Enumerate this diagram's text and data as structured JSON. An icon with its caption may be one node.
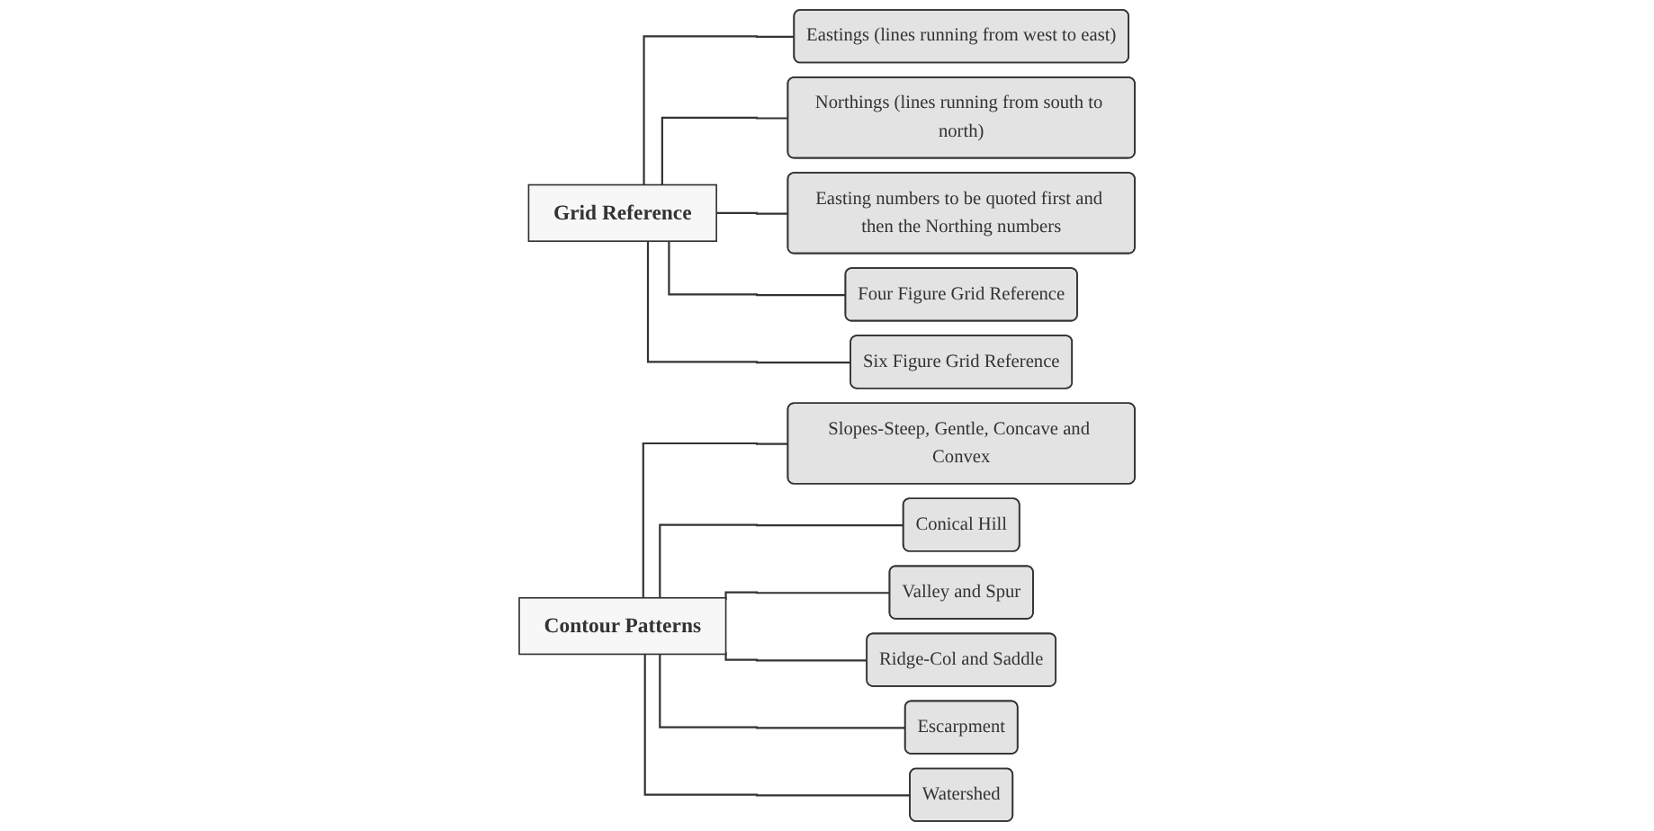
{
  "diagram": {
    "nodes": [
      {
        "text": [
          "Grid Reference"
        ]
      },
      {
        "text": [
          "Eastings (lines running from west to east)"
        ]
      },
      {
        "text": [
          "Northings (lines running from south to north)"
        ]
      },
      {
        "text": [
          "Easting numbers to be quoted first and then the Northing numbers"
        ]
      },
      {
        "text": [
          "Four Figure Grid Reference"
        ]
      },
      {
        "text": [
          "Six Figure Grid Reference"
        ]
      },
      {
        "text": [
          "Contour Patterns"
        ]
      },
      {
        "text": [
          "Slopes-Steep, Gentle, Concave and Convex"
        ]
      },
      {
        "text": [
          "Conical Hill"
        ]
      },
      {
        "text": [
          "Valley and Spur"
        ]
      },
      {
        "text": [
          "Ridge-Col and Saddle"
        ]
      },
      {
        "text": [
          "Escarpment"
        ]
      },
      {
        "text": [
          "Watershed"
        ]
      }
    ],
    "edges": [
      {
        "from": 0,
        "to": 1,
        "arrow": "none"
      },
      {
        "from": 0,
        "to": 2,
        "arrow": "none"
      },
      {
        "from": 0,
        "to": 3,
        "arrow": "none"
      },
      {
        "from": 0,
        "to": 4,
        "arrow": "none"
      },
      {
        "from": 0,
        "to": 5,
        "arrow": "none"
      },
      {
        "from": 6,
        "to": 7,
        "arrow": "none"
      },
      {
        "from": 6,
        "to": 8,
        "arrow": "none"
      },
      {
        "from": 6,
        "to": 9,
        "arrow": "none"
      },
      {
        "from": 6,
        "to": 10,
        "arrow": "none"
      },
      {
        "from": 6,
        "to": 11,
        "arrow": "none"
      },
      {
        "from": 6,
        "to": 12,
        "arrow": "none"
      }
    ]
  }
}
